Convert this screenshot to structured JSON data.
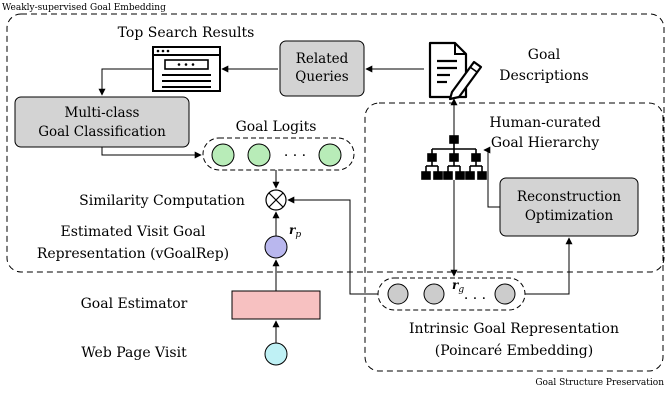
{
  "regions": {
    "embedding_title": "Weakly-supervised Goal Embedding",
    "preservation_title": "Goal Structure Preservation"
  },
  "nodes": {
    "top_search_results": "Top Search Results",
    "related_queries": [
      "Related",
      "Queries"
    ],
    "goal_descriptions": [
      "Goal",
      "Descriptions"
    ],
    "goal_classification": [
      "Multi-class",
      "Goal Classification"
    ],
    "goal_logits": "Goal Logits",
    "logits_ellipsis": "· · ·",
    "hierarchy": [
      "Human-curated",
      "Goal Hierarchy"
    ],
    "reconstruction": [
      "Reconstruction",
      "Optimization"
    ],
    "similarity": "Similarity Computation",
    "visit_goal_rep": [
      "Estimated Visit Goal",
      "Representation (vGoalRep)"
    ],
    "goal_estimator": "Goal Estimator",
    "web_page_visit": "Web Page Visit",
    "intrinsic_rep": [
      "Intrinsic Goal Representation",
      "(Poincaré Embedding)"
    ],
    "rep_ellipsis": "· · ·"
  },
  "math": {
    "rp_main": "r",
    "rp_sub": "p",
    "rg_main": "r",
    "rg_sub": "g"
  },
  "colors": {
    "box_fill": "#d3d3d3",
    "logit_fill": "#b8ecb8",
    "rep_fill": "#cccccc",
    "vgoal_fill": "#b9b7ee",
    "estimator_fill": "#f7c1c1",
    "visit_fill": "#bff1f5"
  }
}
